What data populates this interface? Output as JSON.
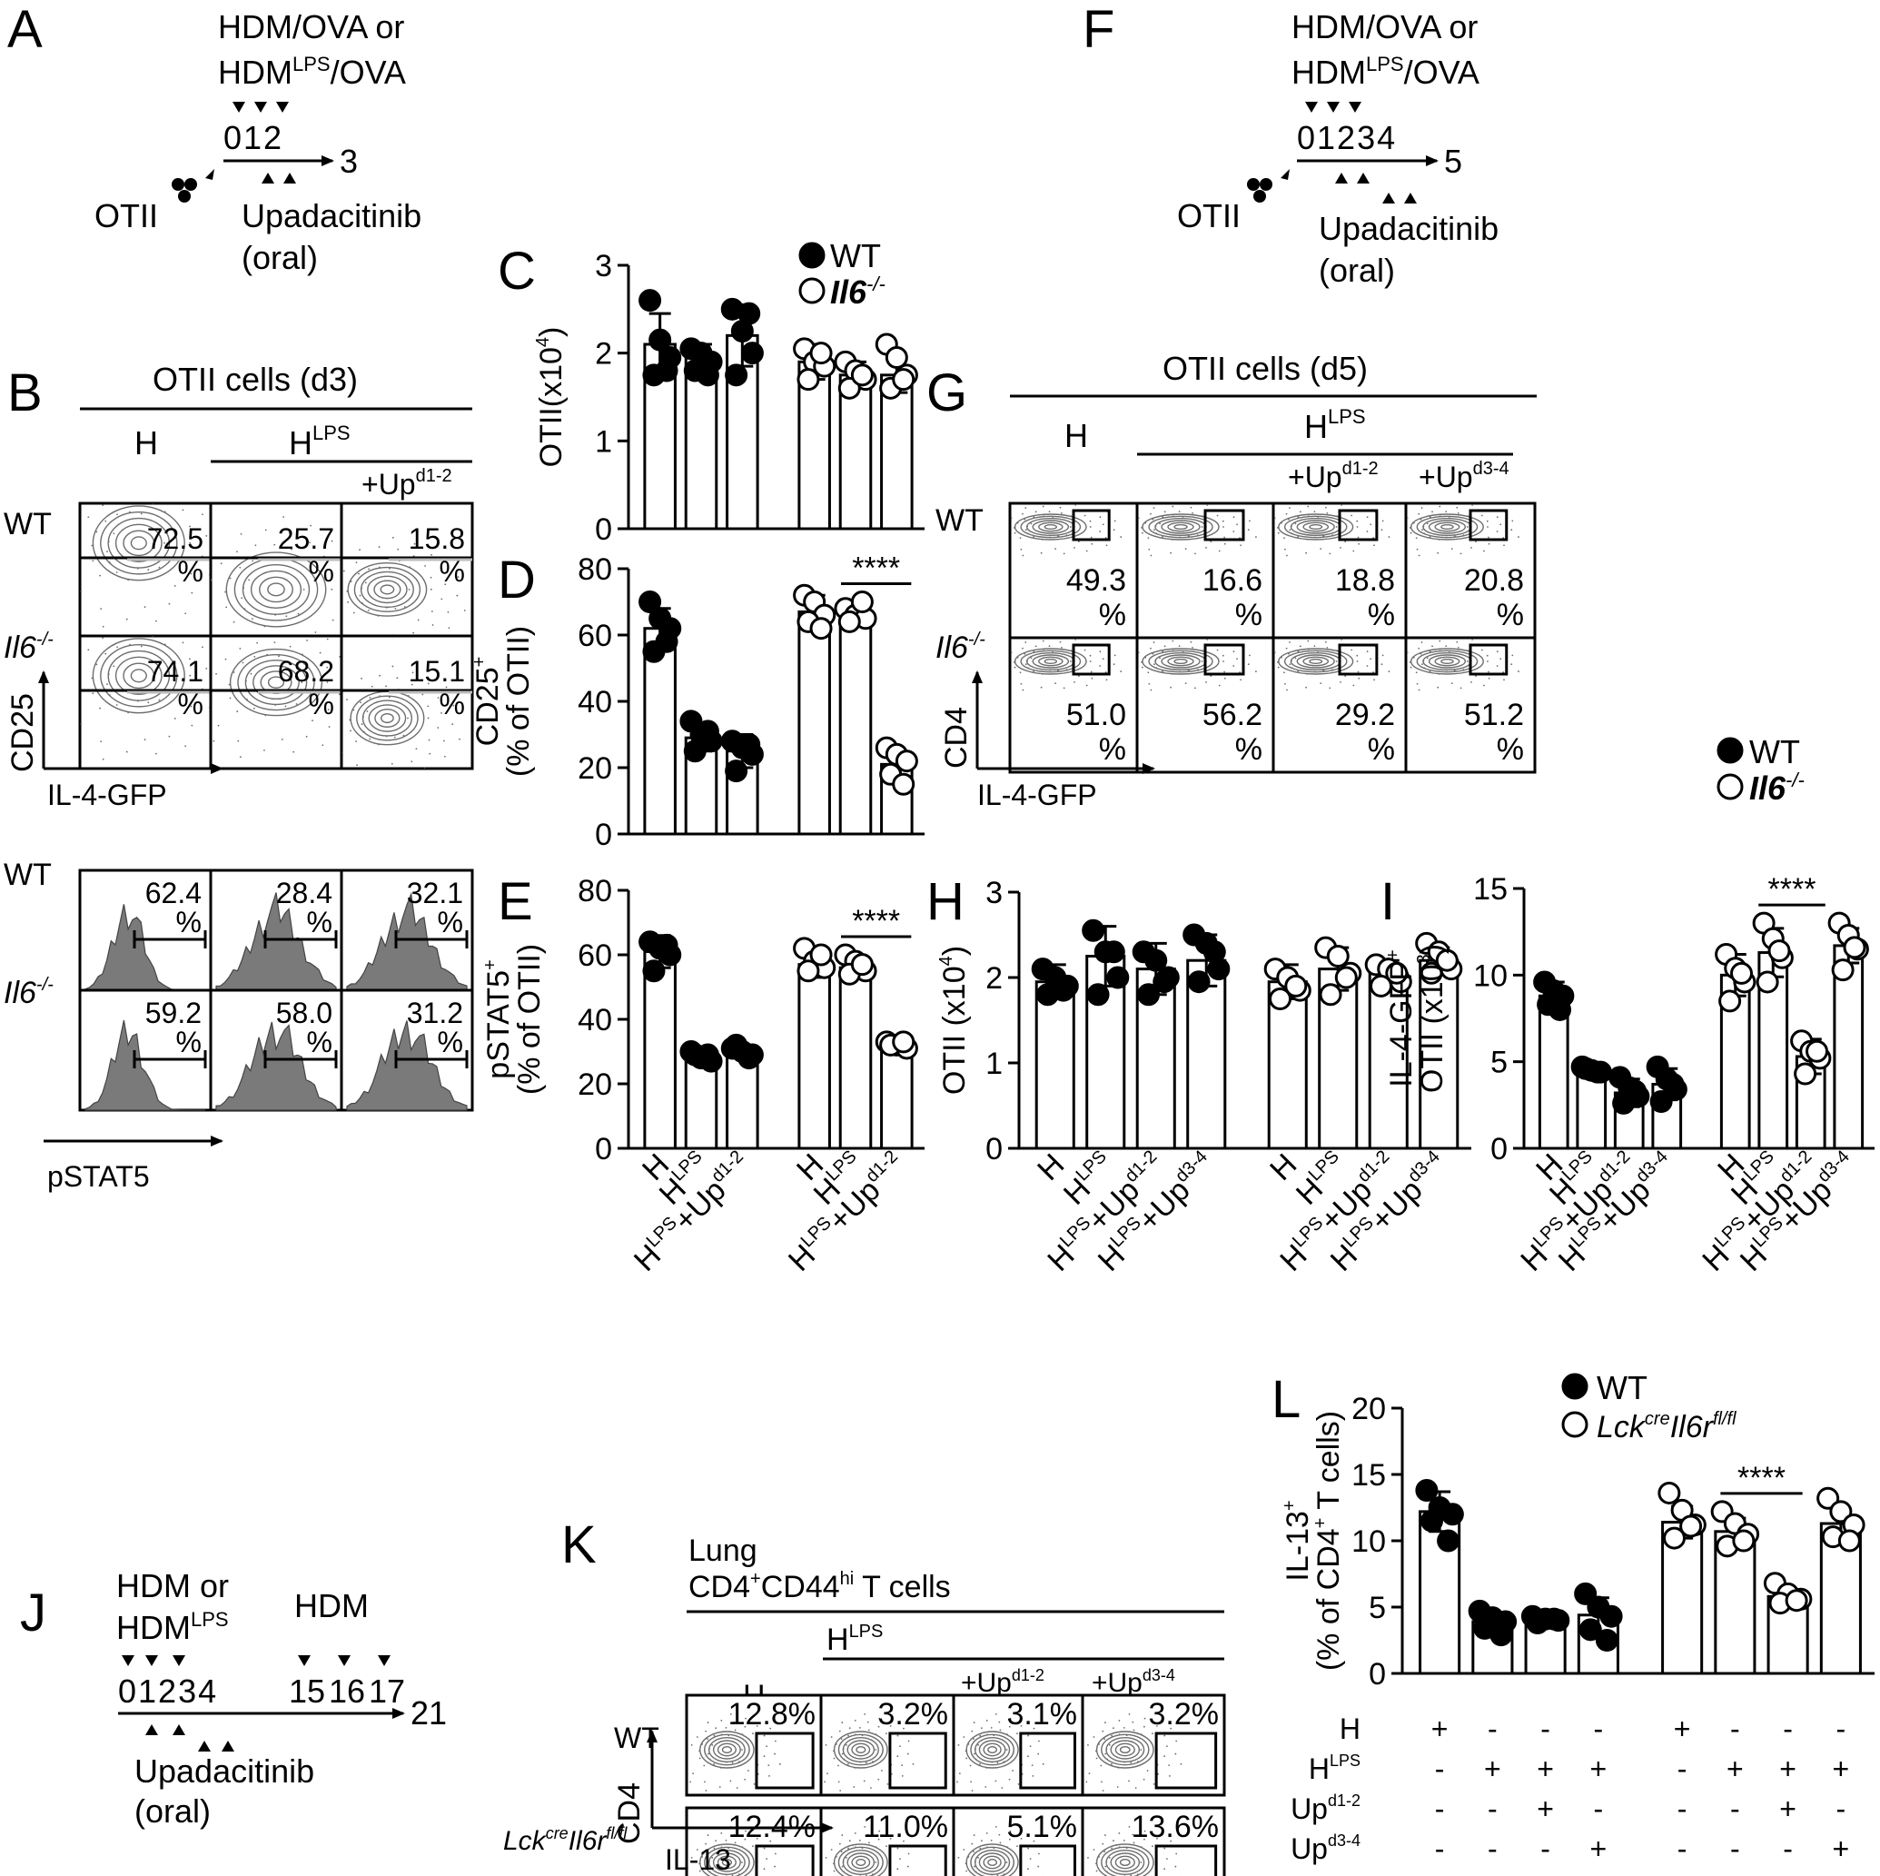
{
  "colors": {
    "wt_fill": "#000000",
    "ko_fill": "#ffffff",
    "flow_gray": "#6d6d6d",
    "hist_fill": "#7a7a7a"
  },
  "legend_wt_il6": {
    "wt": "WT",
    "ko": "Il6",
    "ko_sup": "-/-"
  },
  "legend_lck": {
    "wt": "WT",
    "ko_a": "Lck",
    "ko_a_sup": "cre",
    "ko_b": "Il6r",
    "ko_b_sup": "fl/fl"
  },
  "significance": "****",
  "panelA": {
    "letter": "A",
    "top1": "HDM/OVA or",
    "top2a": "HDM",
    "top2_sup": "LPS",
    "top2b": "/OVA",
    "days": "012",
    "end": "3",
    "cells": "OTII",
    "drug": "Upadacitinib",
    "route": "(oral)"
  },
  "panelF": {
    "letter": "F",
    "top1": "HDM/OVA or",
    "top2a": "HDM",
    "top2_sup": "LPS",
    "top2b": "/OVA",
    "days": "01234",
    "end": "5",
    "cells": "OTII",
    "drug": "Upadacitinib",
    "route": "(oral)"
  },
  "panelJ": {
    "letter": "J",
    "top1": "HDM or",
    "top2a": "HDM",
    "top2_sup": "LPS",
    "boost": "HDM",
    "days1": "01234",
    "d15": "15",
    "d16": "16",
    "d17": "17",
    "end": "21",
    "drug": "Upadacitinib",
    "route": "(oral)"
  },
  "panelB": {
    "letter": "B",
    "title": "OTII cells (d3)",
    "col_h": "H",
    "col_hlps": "H",
    "col_hlps_sup": "LPS",
    "col_up": "+Up",
    "col_up_sup": "d1-2",
    "row_wt": "WT",
    "row_ko": "Il6",
    "row_ko_sup": "-/-",
    "y_axis": "CD25",
    "x_axis": "IL-4-GFP",
    "hist_axis": "pSTAT5",
    "pct_sign": "%",
    "contour_pcts": [
      [
        "72.5",
        "25.7",
        "15.8"
      ],
      [
        "74.1",
        "68.2",
        "15.1"
      ]
    ],
    "hist_pcts": [
      [
        "62.4",
        "28.4",
        "32.1"
      ],
      [
        "59.2",
        "58.0",
        "31.2"
      ]
    ]
  },
  "panelG": {
    "letter": "G",
    "title": "OTII cells (d5)",
    "col_h": "H",
    "col_hlps": "H",
    "col_hlps_sup": "LPS",
    "col_up1": "+Up",
    "col_up1_sup": "d1-2",
    "col_up2": "+Up",
    "col_up2_sup": "d3-4",
    "row_wt": "WT",
    "row_ko": "Il6",
    "row_ko_sup": "-/-",
    "y_axis": "CD4",
    "x_axis": "IL-4-GFP",
    "pct_sign": "%",
    "pcts": [
      [
        "49.3",
        "16.6",
        "18.8",
        "20.8"
      ],
      [
        "51.0",
        "56.2",
        "29.2",
        "51.2"
      ]
    ]
  },
  "panelK": {
    "letter": "K",
    "title1": "Lung",
    "title2a": "CD4",
    "title2_sup1": "+",
    "title2b": "CD44",
    "title2_sup2": "hi",
    "title2c": " T cells",
    "col_h": "H",
    "col_hlps": "H",
    "col_hlps_sup": "LPS",
    "col_up1": "+Up",
    "col_up1_sup": "d1-2",
    "col_up2": "+Up",
    "col_up2_sup": "d3-4",
    "row_wt": "WT",
    "row_ko_a": "Lck",
    "row_ko_a_sup": "cre",
    "row_ko_b": "Il6r",
    "row_ko_b_sup": "fl/fl",
    "y_axis": "CD4",
    "x_axis": "IL-13",
    "pcts": [
      [
        "12.8%",
        "3.2%",
        "3.1%",
        "3.2%"
      ],
      [
        "12.4%",
        "11.0%",
        "5.1%",
        "13.6%"
      ]
    ]
  },
  "xlabels": {
    "h": "H",
    "hlps": "H",
    "lps_sup": "LPS",
    "up": "+Up",
    "d12": "d1-2",
    "d34": "d3-4"
  },
  "panelL_table": {
    "rows": [
      {
        "label": "H",
        "sup": "",
        "marks": [
          "+",
          "-",
          "-",
          "-",
          "+",
          "-",
          "-",
          "-"
        ]
      },
      {
        "label": "H",
        "sup": "LPS",
        "marks": [
          "-",
          "+",
          "+",
          "+",
          "-",
          "+",
          "+",
          "+"
        ]
      },
      {
        "label": "Up",
        "sup": "d1-2",
        "marks": [
          "-",
          "-",
          "+",
          "-",
          "-",
          "-",
          "+",
          "-"
        ]
      },
      {
        "label": "Up",
        "sup": "d3-4",
        "marks": [
          "-",
          "-",
          "-",
          "+",
          "-",
          "-",
          "-",
          "+"
        ]
      }
    ]
  },
  "chart_data": [
    {
      "id": "C",
      "letter": "C",
      "type": "bar",
      "ylabel": "OTII(x10",
      "ylabel_sup": "4",
      "ylabel_end": ")",
      "ylim": [
        0,
        3
      ],
      "yticks": [
        0,
        1,
        2,
        3
      ],
      "categories": [
        "H",
        "HLPS",
        "HLPS+Up d1-2",
        "H",
        "HLPS",
        "HLPS+Up d1-2"
      ],
      "groups": [
        "WT",
        "WT",
        "WT",
        "Il6-/-",
        "Il6-/-",
        "Il6-/-"
      ],
      "means": [
        2.1,
        1.95,
        2.2,
        1.9,
        1.75,
        1.75
      ],
      "errors": [
        0.35,
        0.15,
        0.35,
        0.2,
        0.15,
        0.2
      ],
      "points": [
        [
          2.6,
          2.15,
          1.95,
          1.75,
          1.8
        ],
        [
          2.05,
          2.0,
          1.9,
          1.8,
          1.75
        ],
        [
          2.5,
          2.25,
          2.0,
          1.75,
          2.45
        ],
        [
          2.05,
          1.9,
          1.85,
          1.7,
          2.0
        ],
        [
          1.9,
          1.8,
          1.7,
          1.6,
          1.75
        ],
        [
          2.1,
          1.95,
          1.75,
          1.6,
          1.7
        ]
      ]
    },
    {
      "id": "D",
      "letter": "D",
      "type": "bar",
      "ylabel": "CD25",
      "ylabel_sup": "+",
      "ylabel2": "(% of OTII)",
      "ylim": [
        0,
        80
      ],
      "yticks": [
        0,
        20,
        40,
        60,
        80
      ],
      "categories": [
        "H",
        "HLPS",
        "HLPS+Up d1-2",
        "H",
        "HLPS",
        "HLPS+Up d1-2"
      ],
      "groups": [
        "WT",
        "WT",
        "WT",
        "Il6-/-",
        "Il6-/-",
        "Il6-/-"
      ],
      "means": [
        62,
        29,
        25,
        67,
        67,
        21
      ],
      "errors": [
        6,
        4,
        5,
        5,
        3,
        4
      ],
      "points": [
        [
          70,
          65,
          62,
          55,
          58
        ],
        [
          34,
          30,
          28,
          25,
          31
        ],
        [
          28,
          26,
          24,
          19,
          27
        ],
        [
          72,
          70,
          66,
          64,
          62
        ],
        [
          68,
          66,
          65,
          64,
          70
        ],
        [
          26,
          24,
          22,
          18,
          15
        ]
      ],
      "significance": [
        {
          "from": 4,
          "to": 5,
          "label": "****"
        }
      ]
    },
    {
      "id": "E",
      "letter": "E",
      "type": "bar",
      "ylabel": "pSTAT5",
      "ylabel_sup": "+",
      "ylabel2": "(% of OTII)",
      "ylim": [
        0,
        80
      ],
      "yticks": [
        0,
        20,
        40,
        60,
        80
      ],
      "categories": [
        "H",
        "HLPS",
        "HLPS+Up d1-2",
        "H",
        "HLPS",
        "HLPS+Up d1-2"
      ],
      "groups": [
        "WT",
        "WT",
        "WT",
        "Il6-/-",
        "Il6-/-",
        "Il6-/-"
      ],
      "means": [
        61,
        29,
        30,
        57,
        56,
        32
      ],
      "errors": [
        5,
        2,
        2,
        4,
        3,
        1
      ],
      "points": [
        [
          64,
          62,
          60,
          55,
          63
        ],
        [
          30,
          28,
          27,
          29,
          29
        ],
        [
          31,
          30,
          29,
          32,
          28
        ],
        [
          62,
          58,
          56,
          55,
          60
        ],
        [
          60,
          58,
          55,
          54,
          57
        ],
        [
          33,
          32,
          31,
          32,
          33
        ]
      ],
      "significance": [
        {
          "from": 4,
          "to": 5,
          "label": "****"
        }
      ],
      "xlabels": [
        "H",
        "HLPS",
        "HLPS+Up d1-2",
        "H",
        "HLPS",
        "HLPS+Up d1-2"
      ]
    },
    {
      "id": "H",
      "letter": "H",
      "type": "bar",
      "ylabel": "OTII (x10",
      "ylabel_sup": "4",
      "ylabel_end": ")",
      "ylim": [
        0,
        3
      ],
      "yticks": [
        0,
        1,
        2,
        3
      ],
      "categories": [
        "H",
        "HLPS",
        "HLPS+Up d1-2",
        "HLPS+Up d3-4",
        "H",
        "HLPS",
        "HLPS+Up d1-2",
        "HLPS+Up d3-4"
      ],
      "groups": [
        "WT",
        "WT",
        "WT",
        "WT",
        "Il6-/-",
        "Il6-/-",
        "Il6-/-",
        "Il6-/-"
      ],
      "means": [
        1.95,
        2.25,
        2.1,
        2.2,
        1.95,
        2.1,
        2.05,
        2.2
      ],
      "errors": [
        0.2,
        0.35,
        0.3,
        0.3,
        0.2,
        0.25,
        0.15,
        0.15
      ],
      "points": [
        [
          2.1,
          2.0,
          1.9,
          1.8,
          1.85
        ],
        [
          2.55,
          2.3,
          2.0,
          1.8,
          2.3
        ],
        [
          2.3,
          2.2,
          2.0,
          1.8,
          1.95
        ],
        [
          2.5,
          2.4,
          2.1,
          1.95,
          2.3
        ],
        [
          2.1,
          2.0,
          1.85,
          1.75,
          1.9
        ],
        [
          2.35,
          2.25,
          2.05,
          1.8,
          2.0
        ],
        [
          2.15,
          2.1,
          1.95,
          1.9,
          2.05
        ],
        [
          2.4,
          2.3,
          2.1,
          2.05,
          2.2
        ]
      ],
      "xlabels": [
        "H",
        "HLPS",
        "HLPS+Up d1-2",
        "HLPS+Up d3-4",
        "H",
        "HLPS",
        "HLPS+Up d1-2",
        "HLPS+Up d3-4"
      ]
    },
    {
      "id": "I",
      "letter": "I",
      "type": "bar",
      "ylabel": "IL-4-GFP",
      "ylabel_sup": "+",
      "ylabel2": "OTII (x10",
      "ylabel2_sup": "3",
      "ylabel2_end": ")",
      "ylim": [
        0,
        15
      ],
      "yticks": [
        0,
        5,
        10,
        15
      ],
      "categories": [
        "H",
        "HLPS",
        "HLPS+Up d1-2",
        "HLPS+Up d3-4",
        "H",
        "HLPS",
        "HLPS+Up d1-2",
        "HLPS+Up d3-4"
      ],
      "groups": [
        "WT",
        "WT",
        "WT",
        "WT",
        "Il6-/-",
        "Il6-/-",
        "Il6-/-",
        "Il6-/-"
      ],
      "means": [
        8.8,
        4.5,
        3.2,
        3.7,
        10.0,
        11.3,
        5.3,
        11.7
      ],
      "errors": [
        0.8,
        0.3,
        0.8,
        0.9,
        1.2,
        1.4,
        1.0,
        1.0
      ],
      "points": [
        [
          9.6,
          9.1,
          8.8,
          8.3,
          8.0
        ],
        [
          4.7,
          4.5,
          4.4,
          4.6,
          4.4
        ],
        [
          4.1,
          3.5,
          3.0,
          2.6,
          3.3
        ],
        [
          4.7,
          4.0,
          3.4,
          2.7,
          3.7
        ],
        [
          11.2,
          10.4,
          9.6,
          8.5,
          10.1
        ],
        [
          13.0,
          12.1,
          11.0,
          9.6,
          11.4
        ],
        [
          6.2,
          5.6,
          5.2,
          4.3,
          5.6
        ],
        [
          13.0,
          12.3,
          11.5,
          10.3,
          11.6
        ]
      ],
      "significance": [
        {
          "from": 5,
          "to": 6,
          "label": "****"
        }
      ],
      "xlabels": [
        "H",
        "HLPS",
        "HLPS+Up d1-2",
        "HLPS+Up d3-4",
        "H",
        "HLPS",
        "HLPS+Up d1-2",
        "HLPS+Up d3-4"
      ]
    },
    {
      "id": "L",
      "letter": "L",
      "type": "bar",
      "ylabel": "IL-13",
      "ylabel_sup": "+",
      "ylabel2": "(% of CD4",
      "ylabel2_sup": "+",
      "ylabel2_end": " T cells)",
      "ylim": [
        0,
        20
      ],
      "yticks": [
        0,
        5,
        10,
        15,
        20
      ],
      "categories": [
        "H",
        "HLPS",
        "HLPS+Up d1-2",
        "HLPS+Up d3-4",
        "H",
        "HLPS",
        "HLPS+Up d1-2",
        "HLPS+Up d3-4"
      ],
      "groups": [
        "WT",
        "WT",
        "WT",
        "WT",
        "Lck-cre Il6r fl/fl",
        "Lck-cre Il6r fl/fl",
        "Lck-cre Il6r fl/fl",
        "Lck-cre Il6r fl/fl"
      ],
      "means": [
        12.2,
        3.9,
        4.0,
        4.4,
        11.4,
        10.7,
        5.8,
        11.3
      ],
      "errors": [
        1.5,
        0.7,
        0.3,
        1.3,
        1.2,
        1.0,
        0.5,
        1.1
      ],
      "points": [
        [
          13.8,
          12.5,
          12.0,
          11.5,
          10.0
        ],
        [
          4.7,
          4.2,
          3.9,
          3.4,
          2.9
        ],
        [
          4.3,
          4.1,
          4.0,
          3.8,
          4.1
        ],
        [
          6.0,
          5.0,
          4.3,
          3.3,
          2.5
        ],
        [
          13.6,
          12.3,
          11.2,
          10.2,
          11.1
        ],
        [
          12.2,
          11.3,
          10.5,
          9.6,
          10.0
        ],
        [
          6.8,
          6.0,
          5.6,
          5.3,
          5.5
        ],
        [
          13.2,
          12.2,
          11.2,
          10.3,
          10.0
        ]
      ],
      "significance": [
        {
          "from": 5,
          "to": 6,
          "label": "****"
        }
      ]
    }
  ]
}
